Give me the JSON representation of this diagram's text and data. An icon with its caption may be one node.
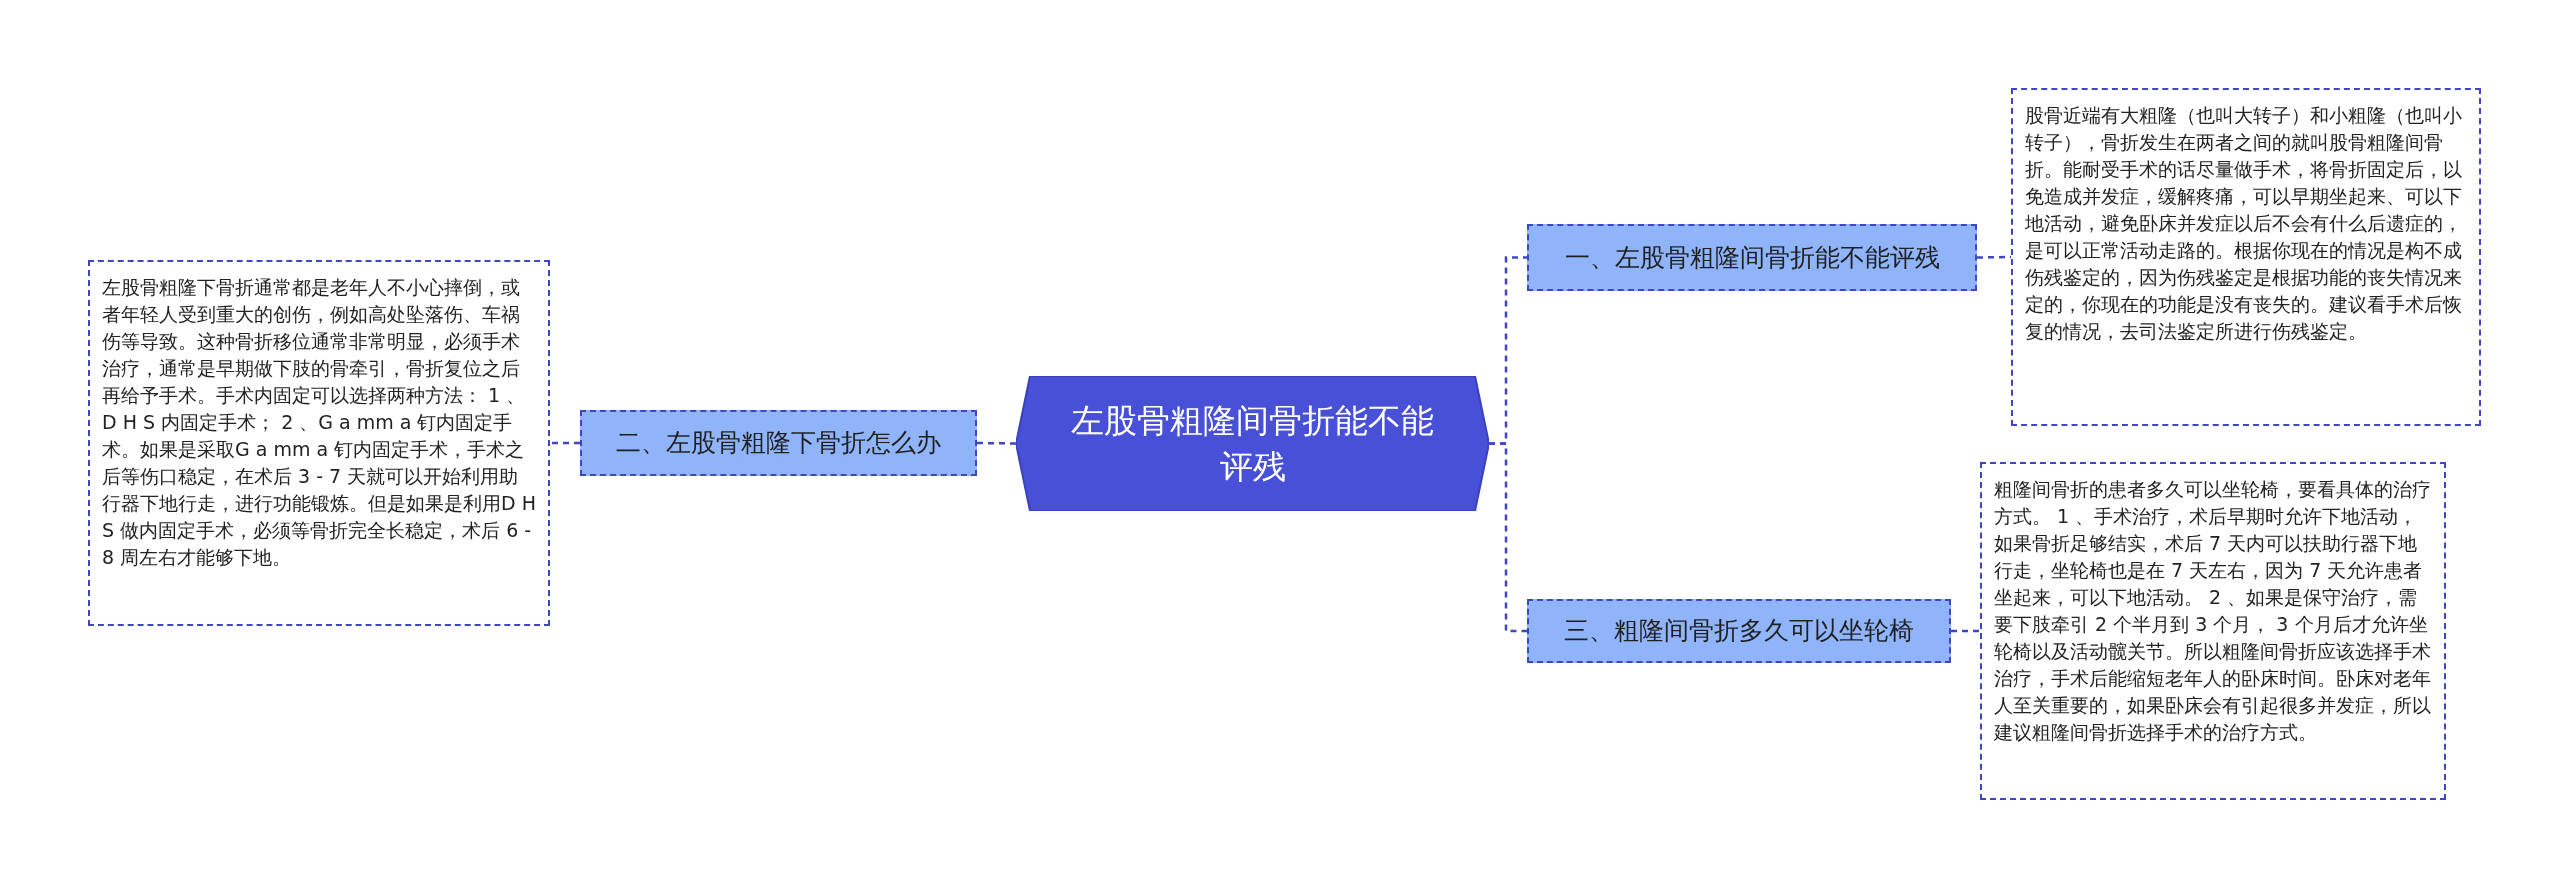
{
  "diagram": {
    "nodes": [
      {
        "text": [
          "左股骨粗隆间骨折能不能评残"
        ]
      },
      {
        "text": [
          "一、左股骨粗隆间骨折能不能评残"
        ]
      },
      {
        "text": [
          "股骨近端有大粗隆（也叫大转子）和小粗隆（也叫小转子），骨折发生在两者之间的就叫股骨粗隆间骨折。能耐受手术的话尽量做手术，将骨折固定后，以免造成并发症，缓解疼痛，可以早期坐起来、可以下地活动，避免卧床并发症以后不会有什么后遗症的，是可以正常活动走路的。根据你现在的情况是构不成伤残鉴定的，因为伤残鉴定是根据功能的丧失情况来定的，你现在的功能是没有丧失的。建议看手术后恢复的情况，去司法鉴定所进行伤残鉴定。"
        ]
      },
      {
        "text": [
          "二、左股骨粗隆下骨折怎么办"
        ]
      },
      {
        "text": [
          "左股骨粗隆下骨折通常都是老年人不小心摔倒，或者年轻人受到重大的创伤，例如高处坠落伤、车祸伤等导致。这种骨折移位通常非常明显，必须手术治疗，通常是早期做下肢的骨牵引，骨折复位之后再给予手术。手术内固定可以选择两种方法： 1 、D H S 内固定手术； 2 、G a mm a 钉内固定手术。如果是采取G a mm a 钉内固定手术，手术之后等伤口稳定，在术后 3 - 7 天就可以开始利用助行器下地行走，进行功能锻炼。但是如果是利用D H S 做内固定手术，必须等骨折完全长稳定，术后 6 - 8 周左右才能够下地。"
        ]
      },
      {
        "text": [
          "三、粗隆间骨折多久可以坐轮椅"
        ]
      },
      {
        "text": [
          "粗隆间骨折的患者多久可以坐轮椅，要看具体的治疗方式。 1 、手术治疗，术后早期时允许下地活动，如果骨折足够结实，术后 7 天内可以扶助行器下地行走，坐轮椅也是在 7 天左右，因为 7 天允许患者坐起来，可以下地活动。 2 、如果是保守治疗，需要下肢牵引 2 个半月到 3 个月， 3 个月后才允许坐轮椅以及活动髋关节。所以粗隆间骨折应该选择手术治疗，手术后能缩短老年人的卧床时间。卧床对老年人至关重要的，如果卧床会有引起很多并发症，所以建议粗隆间骨折选择手术的治疗方式。"
        ]
      }
    ],
    "edges": [
      {
        "from": 0,
        "to": 1,
        "arrow": "none",
        "style": "dashed"
      },
      {
        "from": 0,
        "to": 3,
        "arrow": "none",
        "style": "dashed"
      },
      {
        "from": 0,
        "to": 5,
        "arrow": "none",
        "style": "dashed"
      },
      {
        "from": 1,
        "to": 2,
        "arrow": "none",
        "style": "dashed"
      },
      {
        "from": 3,
        "to": 4,
        "arrow": "none",
        "style": "dashed"
      },
      {
        "from": 5,
        "to": 6,
        "arrow": "none",
        "style": "dashed"
      }
    ]
  }
}
